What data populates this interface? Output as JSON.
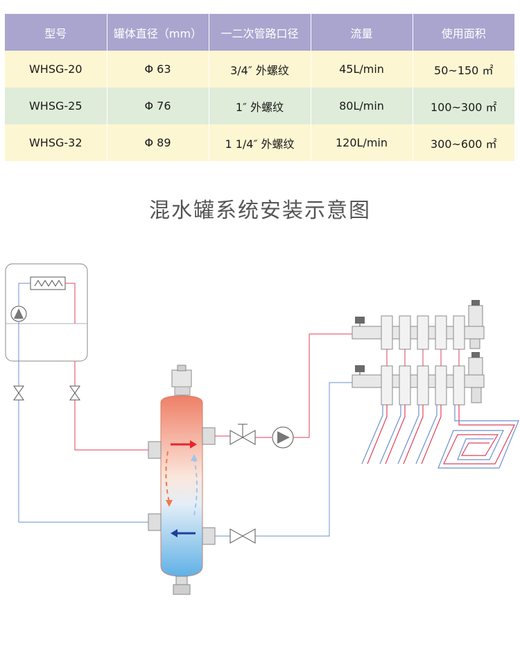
{
  "spec_table": {
    "headers": [
      "型号",
      "罐体直径（mm）",
      "一二次管路口径",
      "流量",
      "使用面积"
    ],
    "rows": [
      [
        "WHSG-20",
        "Φ 63",
        "3/4″ 外螺纹",
        "45L/min",
        "50~150 ㎡"
      ],
      [
        "WHSG-25",
        "Φ 76",
        "1″ 外螺纹",
        "80L/min",
        "100~300 ㎡"
      ],
      [
        "WHSG-32",
        "Φ 89",
        "1 1/4″ 外螺纹",
        "120L/min",
        "300~600 ㎡"
      ]
    ],
    "colors": {
      "header": "#a9a5ce",
      "row_odd": "#fdf6d2",
      "row_even": "#dfecd9"
    }
  },
  "diagram": {
    "title": "混水罐系统安装示意图",
    "colors": {
      "supply_pipe": "#e0405a",
      "return_pipe": "#6d8fd0",
      "hot_arrow": "#e8242c",
      "cold_arrow": "#1f3f9a"
    },
    "icons": [
      "boiler-unit",
      "heat-exchanger-icon",
      "circulation-pump-icon",
      "gate-valve-icon",
      "mixing-tank",
      "manifold",
      "floor-heating-coil"
    ]
  }
}
